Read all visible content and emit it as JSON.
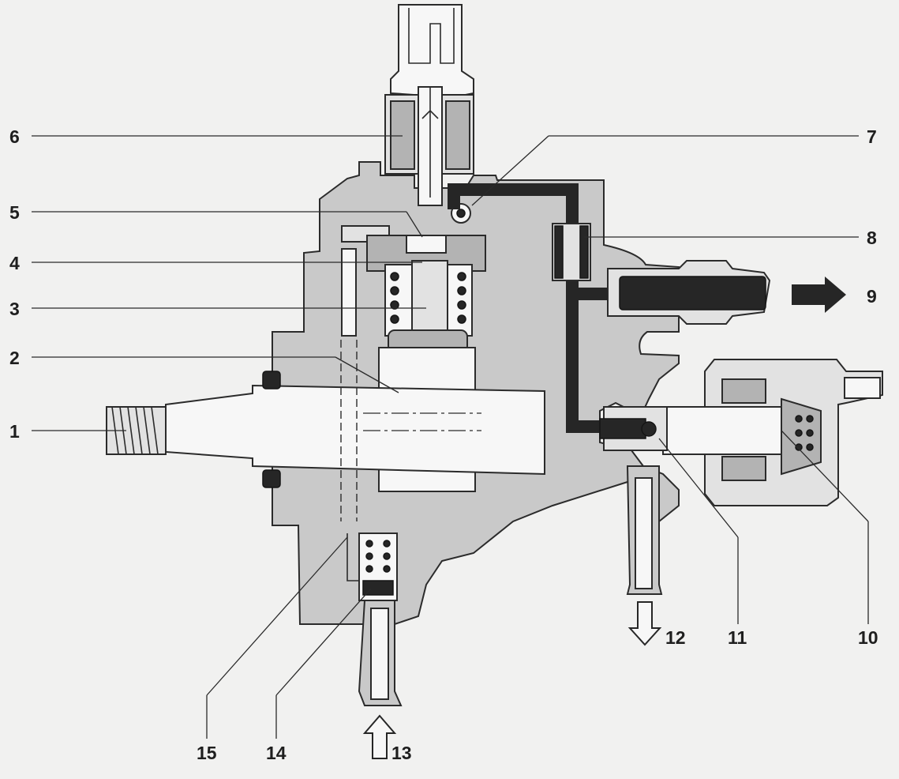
{
  "callouts": [
    {
      "label": "1"
    },
    {
      "label": "2"
    },
    {
      "label": "3"
    },
    {
      "label": "4"
    },
    {
      "label": "5"
    },
    {
      "label": "6"
    },
    {
      "label": "7"
    },
    {
      "label": "8"
    },
    {
      "label": "9"
    },
    {
      "label": "10"
    },
    {
      "label": "11"
    },
    {
      "label": "12"
    },
    {
      "label": "13"
    },
    {
      "label": "14"
    },
    {
      "label": "15"
    }
  ],
  "colors": {
    "background": "#f1f1f0",
    "housing": "#c9c9c9",
    "high_pressure_line": "#262626",
    "callout_text": "#1e1e1e"
  }
}
